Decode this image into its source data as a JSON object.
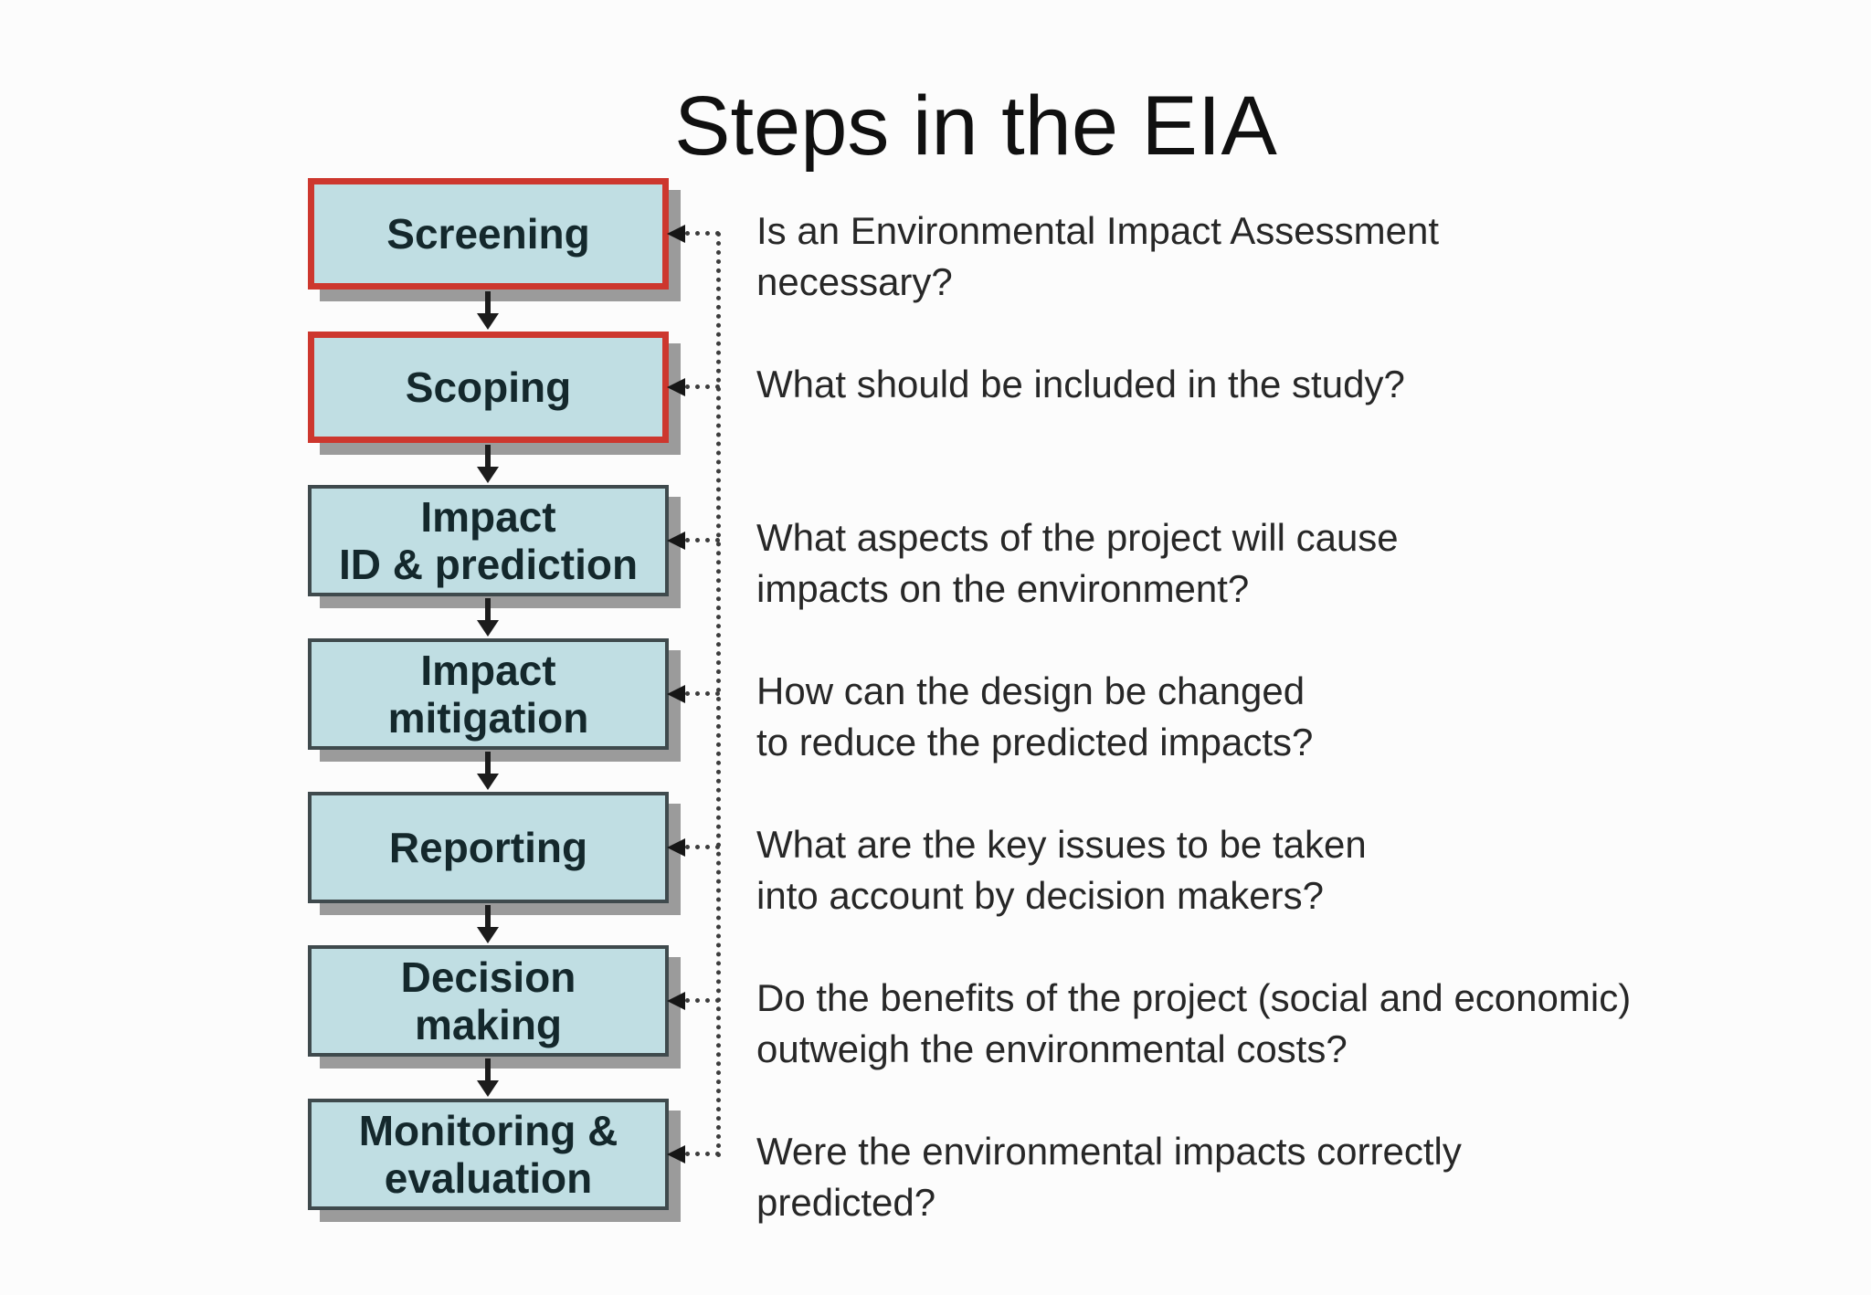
{
  "title": "Steps in the EIA",
  "colors": {
    "background": "#fcfcfc",
    "box_fill": "#c0dee3",
    "box_border": "#3f4a4d",
    "highlight_border": "#cd372e",
    "shadow": "#9b9b9b",
    "connector": "#3c3c3c",
    "box_text": "#14282c",
    "question_text": "#272727",
    "title_text": "#101010"
  },
  "steps": [
    {
      "label": "Screening",
      "question": "Is an Environmental Impact Assessment\nnecessary?",
      "highlighted": true
    },
    {
      "label": "Scoping",
      "question": "What should be included in the study?",
      "highlighted": true
    },
    {
      "label": "Impact\nID & prediction",
      "question": "What aspects of the project will cause\nimpacts on the environment?",
      "highlighted": false
    },
    {
      "label": "Impact\nmitigation",
      "question": "How can the design be changed\nto reduce the predicted impacts?",
      "highlighted": false
    },
    {
      "label": "Reporting",
      "question": "What are the key issues to be taken\ninto account by decision makers?",
      "highlighted": false
    },
    {
      "label": "Decision\nmaking",
      "question": "Do the benefits of the project (social and economic)\noutweigh the environmental costs?",
      "highlighted": false
    },
    {
      "label": "Monitoring &\nevaluation",
      "question": "Were the environmental impacts correctly\npredicted?",
      "highlighted": false
    }
  ]
}
